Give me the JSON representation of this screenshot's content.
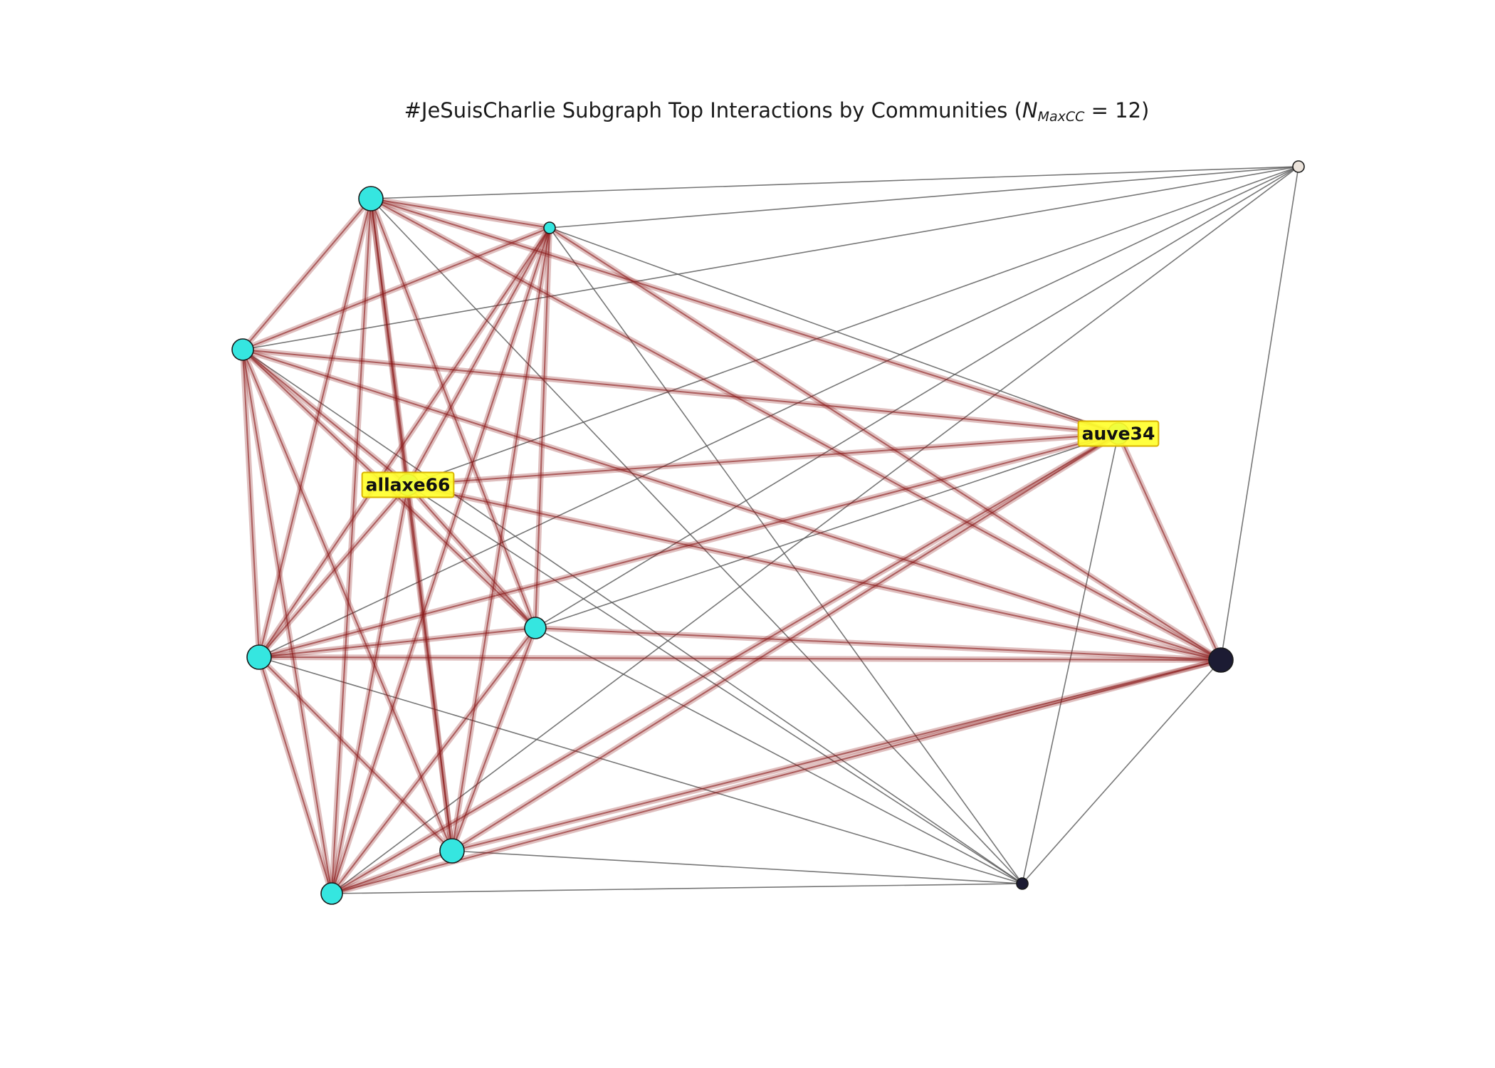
{
  "title": {
    "prefix": "#JeSuisCharlie Subgraph Top Interactions by Communities (",
    "var": "N",
    "sub": "MaxCC",
    "suffix": " = 12)"
  },
  "colors": {
    "community_main": "#35e6e0",
    "community_dark": "#1c1b33",
    "community_light": "#ece4dc",
    "intra_edge": "#8b1a1a",
    "inter_edge": "#555555",
    "label_bg": "#ffff2e"
  },
  "nodes": [
    {
      "id": "n1",
      "label": "",
      "community": "main",
      "size": "large"
    },
    {
      "id": "n2",
      "label": "",
      "community": "main",
      "size": "small"
    },
    {
      "id": "n3",
      "label": "",
      "community": "main",
      "size": "medium"
    },
    {
      "id": "n4",
      "label": "allaxe66",
      "community": "main",
      "size": "medium"
    },
    {
      "id": "n5",
      "label": "",
      "community": "main",
      "size": "medium"
    },
    {
      "id": "n6",
      "label": "",
      "community": "main",
      "size": "large"
    },
    {
      "id": "n7",
      "label": "",
      "community": "main",
      "size": "large"
    },
    {
      "id": "n8",
      "label": "",
      "community": "main",
      "size": "medium"
    },
    {
      "id": "n9",
      "label": "auve34",
      "community": "main",
      "size": "medium"
    },
    {
      "id": "n10",
      "label": "",
      "community": "dark",
      "size": "large"
    },
    {
      "id": "n11",
      "label": "",
      "community": "dark",
      "size": "small"
    },
    {
      "id": "n12",
      "label": "",
      "community": "light",
      "size": "small"
    }
  ],
  "intra_edges": [
    [
      "n1",
      "n2"
    ],
    [
      "n1",
      "n3"
    ],
    [
      "n1",
      "n4"
    ],
    [
      "n1",
      "n5"
    ],
    [
      "n1",
      "n6"
    ],
    [
      "n1",
      "n7"
    ],
    [
      "n1",
      "n8"
    ],
    [
      "n1",
      "n9"
    ],
    [
      "n1",
      "n10"
    ],
    [
      "n2",
      "n3"
    ],
    [
      "n2",
      "n4"
    ],
    [
      "n2",
      "n5"
    ],
    [
      "n2",
      "n6"
    ],
    [
      "n2",
      "n7"
    ],
    [
      "n2",
      "n8"
    ],
    [
      "n2",
      "n10"
    ],
    [
      "n3",
      "n4"
    ],
    [
      "n3",
      "n5"
    ],
    [
      "n3",
      "n6"
    ],
    [
      "n3",
      "n7"
    ],
    [
      "n3",
      "n8"
    ],
    [
      "n3",
      "n9"
    ],
    [
      "n3",
      "n10"
    ],
    [
      "n4",
      "n5"
    ],
    [
      "n4",
      "n6"
    ],
    [
      "n4",
      "n7"
    ],
    [
      "n4",
      "n8"
    ],
    [
      "n4",
      "n9"
    ],
    [
      "n4",
      "n10"
    ],
    [
      "n5",
      "n6"
    ],
    [
      "n5",
      "n7"
    ],
    [
      "n5",
      "n8"
    ],
    [
      "n5",
      "n10"
    ],
    [
      "n6",
      "n7"
    ],
    [
      "n6",
      "n8"
    ],
    [
      "n6",
      "n9"
    ],
    [
      "n6",
      "n10"
    ],
    [
      "n7",
      "n8"
    ],
    [
      "n7",
      "n9"
    ],
    [
      "n7",
      "n10"
    ],
    [
      "n8",
      "n9"
    ],
    [
      "n8",
      "n10"
    ],
    [
      "n9",
      "n10"
    ]
  ],
  "inter_edges": [
    [
      "n1",
      "n12"
    ],
    [
      "n1",
      "n11"
    ],
    [
      "n2",
      "n12"
    ],
    [
      "n2",
      "n11"
    ],
    [
      "n2",
      "n9"
    ],
    [
      "n3",
      "n12"
    ],
    [
      "n3",
      "n11"
    ],
    [
      "n4",
      "n12"
    ],
    [
      "n4",
      "n11"
    ],
    [
      "n5",
      "n12"
    ],
    [
      "n5",
      "n11"
    ],
    [
      "n5",
      "n9"
    ],
    [
      "n6",
      "n11"
    ],
    [
      "n6",
      "n12"
    ],
    [
      "n7",
      "n11"
    ],
    [
      "n8",
      "n11"
    ],
    [
      "n8",
      "n12"
    ],
    [
      "n9",
      "n11"
    ],
    [
      "n10",
      "n11"
    ],
    [
      "n10",
      "n12"
    ]
  ]
}
